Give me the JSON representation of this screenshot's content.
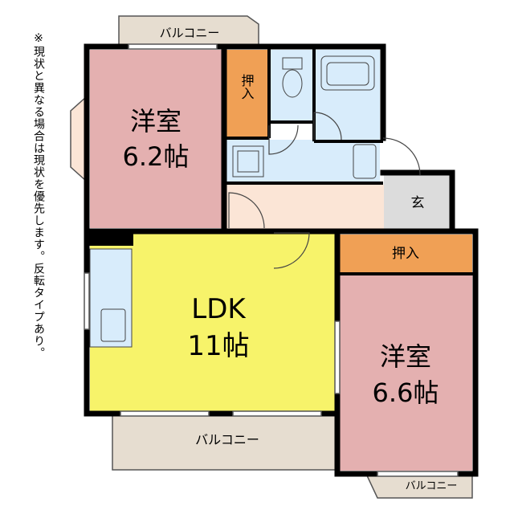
{
  "note": "※現状と異なる場合は現状を優先します。反転タイプあり。",
  "rooms": {
    "room_62": {
      "name": "洋室",
      "size": "6.2帖"
    },
    "closet_top": {
      "label": "押入"
    },
    "ldk": {
      "name": "LDK",
      "size": "11帖"
    },
    "room_66": {
      "name": "洋室",
      "size": "6.6帖"
    },
    "closet_right": {
      "label": "押入"
    },
    "entrance": {
      "label": "玄"
    }
  },
  "balconies": {
    "top": "バルコニー",
    "bottom": "バルコニー",
    "right": "バルコニー"
  },
  "colors": {
    "western_room": "#E4B0B0",
    "closet": "#F0A055",
    "ldk": "#F7F36A",
    "wet_area": "#D8ECFB",
    "hallway": "#FBE5D6",
    "entrance": "#DCDCDC",
    "balcony": "#E6DDD0",
    "wall": "#000000"
  }
}
